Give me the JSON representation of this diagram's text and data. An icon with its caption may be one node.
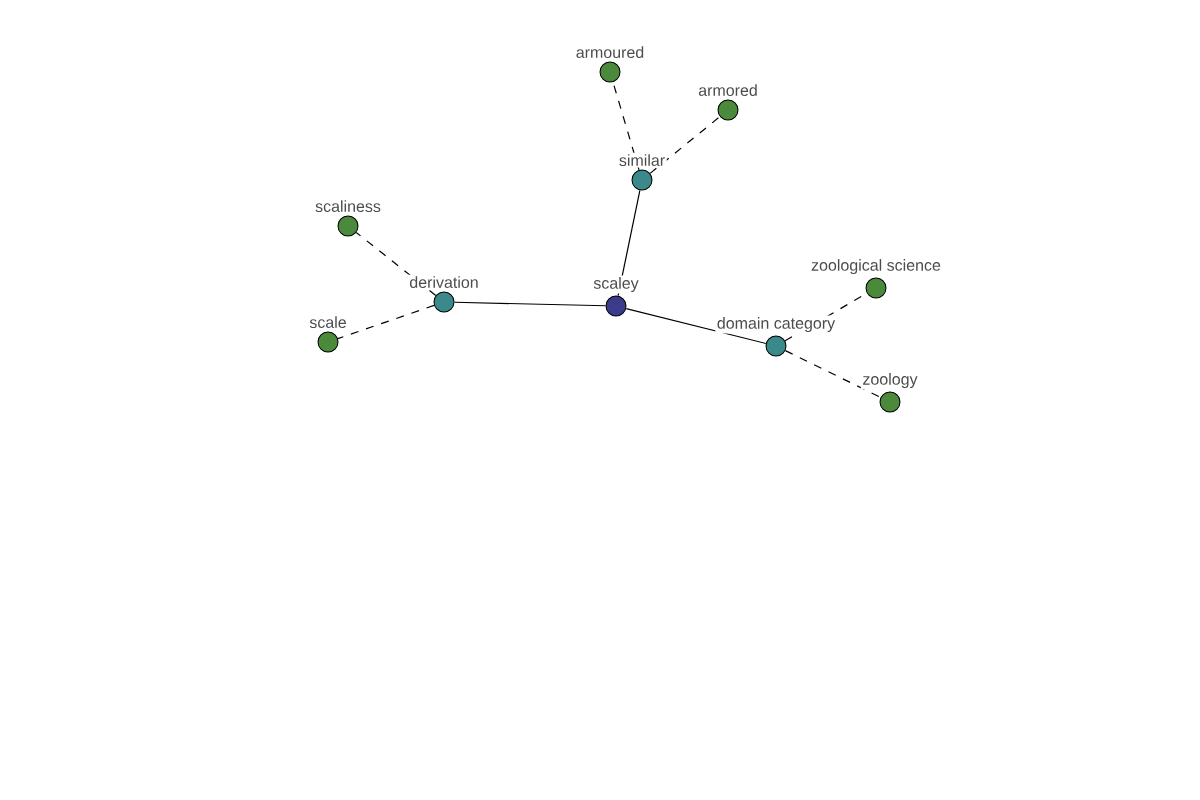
{
  "diagram": {
    "nodes": [
      {
        "text": [
          "scaley"
        ]
      },
      {
        "text": [
          "similar"
        ]
      },
      {
        "text": [
          "derivation"
        ]
      },
      {
        "text": [
          "domain category"
        ]
      },
      {
        "text": [
          "armoured"
        ]
      },
      {
        "text": [
          "armored"
        ]
      },
      {
        "text": [
          "scaliness"
        ]
      },
      {
        "text": [
          "scale"
        ]
      },
      {
        "text": [
          "zoological science"
        ]
      },
      {
        "text": [
          "zoology"
        ]
      }
    ],
    "edges": [
      {
        "from": 0,
        "to": 1,
        "arrow": "none"
      },
      {
        "from": 0,
        "to": 2,
        "arrow": "none"
      },
      {
        "from": 0,
        "to": 3,
        "arrow": "none"
      },
      {
        "from": 1,
        "to": 4,
        "arrow": "none",
        "style": "dashed"
      },
      {
        "from": 1,
        "to": 5,
        "arrow": "none",
        "style": "dashed"
      },
      {
        "from": 2,
        "to": 6,
        "arrow": "none",
        "style": "dashed"
      },
      {
        "from": 2,
        "to": 7,
        "arrow": "none",
        "style": "dashed"
      },
      {
        "from": 3,
        "to": 8,
        "arrow": "none",
        "style": "dashed"
      },
      {
        "from": 3,
        "to": 9,
        "arrow": "none",
        "style": "dashed"
      }
    ]
  }
}
